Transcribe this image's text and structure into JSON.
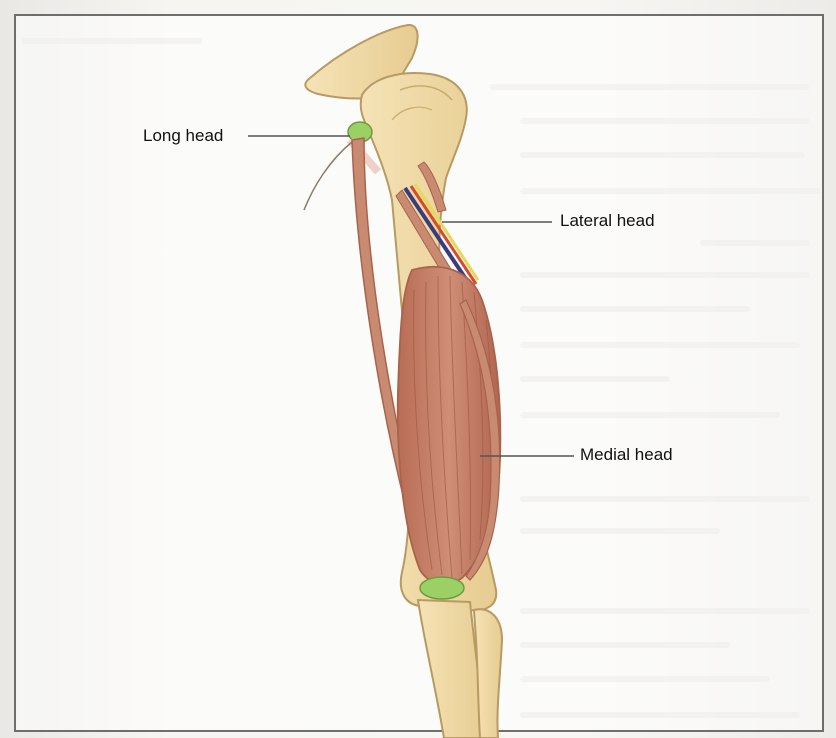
{
  "figure": {
    "labels": {
      "long_head": "Long head",
      "lateral_head": "Lateral head",
      "medial_head": "Medial head"
    }
  },
  "colors": {
    "bone": "#efd9a4",
    "bone_outline": "#b89a62",
    "muscle": "#c98a72",
    "muscle_shade": "#a9634c",
    "tendon": "#9bd065",
    "leader_line": "#555555",
    "frame": "#6e6e6e"
  }
}
